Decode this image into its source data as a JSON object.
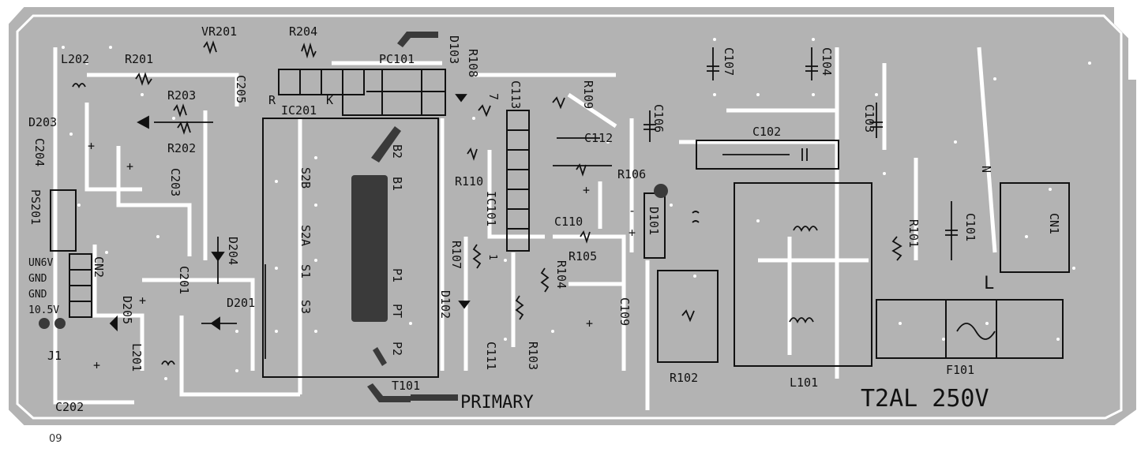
{
  "page_number": "09",
  "colors": {
    "copper": "#b3b3b3",
    "trace": "#ffffff",
    "silk": "#111111",
    "dark": "#3a3a3a"
  },
  "labels": {
    "vr201": "VR201",
    "r204": "R204",
    "l202": "L202",
    "r201": "R201",
    "pc101": "PC101",
    "d103": "D103",
    "r108": "R108",
    "c205": "C205",
    "r_mark": "R",
    "k_mark": "K",
    "ic201": "IC201",
    "r203": "R203",
    "d203": "D203",
    "r202": "R202",
    "c204": "C204",
    "c203": "C203",
    "c113": "C113",
    "r109": "R109",
    "c112": "C112",
    "c107": "C107",
    "c104": "C104",
    "c106": "C106",
    "c103": "C103",
    "c102": "C102",
    "r106": "R106",
    "r110": "R110",
    "ic101": "IC101",
    "c110": "C110",
    "d101": "D101",
    "r105": "R105",
    "r107": "R107",
    "r104": "R104",
    "d102": "D102",
    "c109": "C109",
    "c111": "C111",
    "r103": "R103",
    "r102": "R102",
    "l101": "L101",
    "f101": "F101",
    "r101": "R101",
    "c101": "C101",
    "cn1": "CN1",
    "ps201": "PS201",
    "cn2": "CN2",
    "d204": "D204",
    "c201": "C201",
    "d201": "D201",
    "d205": "D205",
    "l201": "L201",
    "j1": "J1",
    "c202": "C202",
    "t101": "T101",
    "primary": "PRIMARY",
    "fuse_rating": "T2AL 250V",
    "un6v": "UN6V",
    "gnd1": "GND",
    "gnd2": "GND",
    "v105": "10.5V",
    "s2b": "S2B",
    "s2a": "S2A",
    "s1": "S1",
    "s3": "S3",
    "b2": "B2",
    "b1": "B1",
    "p1": "P1",
    "pt": "PT",
    "p2": "P2",
    "n_mark": "N",
    "l_mark": "L",
    "pin7": "7",
    "pin1": "1"
  }
}
